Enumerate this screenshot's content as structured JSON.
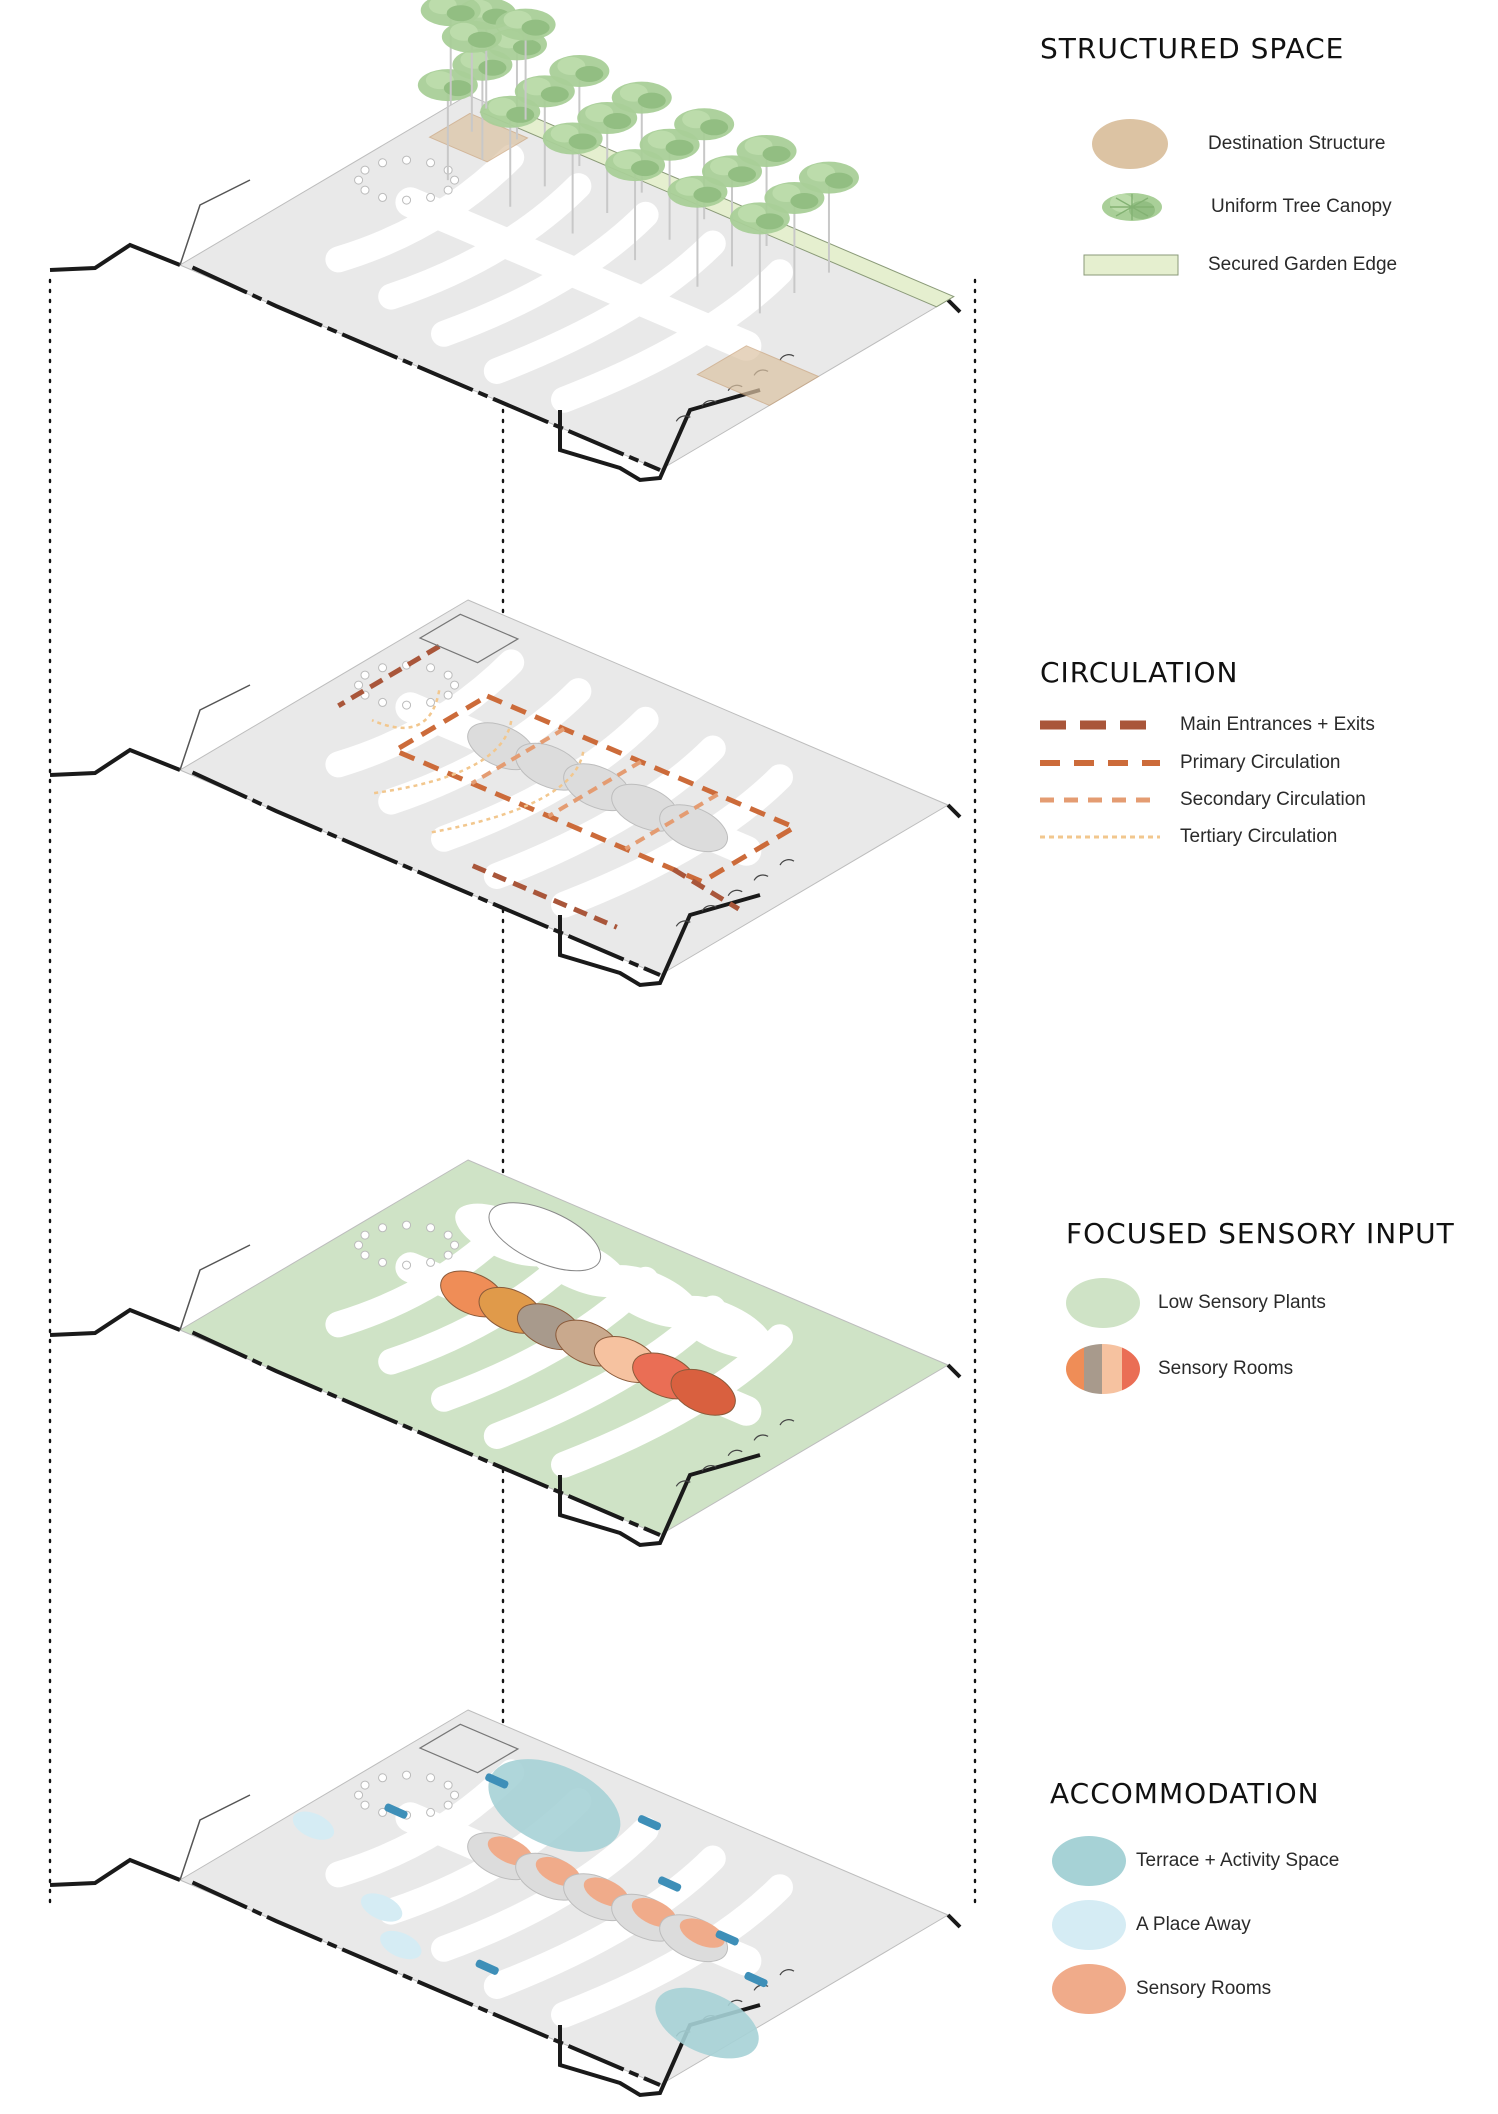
{
  "colors": {
    "ground": "#e9e9e9",
    "ground_edge": "#bdbdbd",
    "wall": "#1a1a1a",
    "destination_structure": "#dcc3a3",
    "tree_canopy": "#a9cf98",
    "garden_edge": "#e5efcf",
    "main_entrances": "#a9563a",
    "primary_circulation": "#cc6b3a",
    "secondary_circulation": "#e49c72",
    "tertiary_circulation": "#f2c78e",
    "low_sensory_plants": "#cfe3c6",
    "terrace": "#a6d2d6",
    "place_away": "#d5ecf4",
    "sensory_rooms_soft": "#f0ab8a",
    "blue_furniture": "#3e8fb8"
  },
  "sections": [
    {
      "id": "structured-space",
      "title": "STRUCTURED SPACE",
      "items": [
        {
          "label": "Destination Structure",
          "swatch": "ellipse",
          "icon": "beige-ellipse-icon"
        },
        {
          "label": "Uniform Tree Canopy",
          "swatch": "tree",
          "icon": "tree-icon"
        },
        {
          "label": "Secured Garden Edge",
          "swatch": "rect",
          "icon": "green-rectangle-icon"
        }
      ]
    },
    {
      "id": "circulation",
      "title": "CIRCULATION",
      "items": [
        {
          "label": "Main Entrances + Exits",
          "swatch": "dash-main",
          "icon": "dashed-line-icon"
        },
        {
          "label": "Primary Circulation",
          "swatch": "dash-primary",
          "icon": "dashed-line-icon"
        },
        {
          "label": "Secondary Circulation",
          "swatch": "dash-secondary",
          "icon": "dashed-line-icon"
        },
        {
          "label": "Tertiary Circulation",
          "swatch": "dash-tertiary",
          "icon": "dotted-line-icon"
        }
      ]
    },
    {
      "id": "focused-sensory-input",
      "title": "FOCUSED SENSORY INPUT",
      "items": [
        {
          "label": "Low Sensory Plants",
          "swatch": "ellipse-green",
          "icon": "green-ellipse-icon"
        },
        {
          "label": "Sensory Rooms",
          "swatch": "striped",
          "icon": "striped-ellipse-icon"
        }
      ]
    },
    {
      "id": "accommodation",
      "title": "ACCOMMODATION",
      "items": [
        {
          "label": "Terrace + Activity Space",
          "swatch": "ellipse-teal",
          "icon": "teal-ellipse-icon"
        },
        {
          "label": "A Place Away",
          "swatch": "ellipse-lightblue",
          "icon": "light-blue-ellipse-icon"
        },
        {
          "label": "Sensory Rooms",
          "swatch": "ellipse-peach",
          "icon": "peach-ellipse-icon"
        }
      ]
    }
  ]
}
